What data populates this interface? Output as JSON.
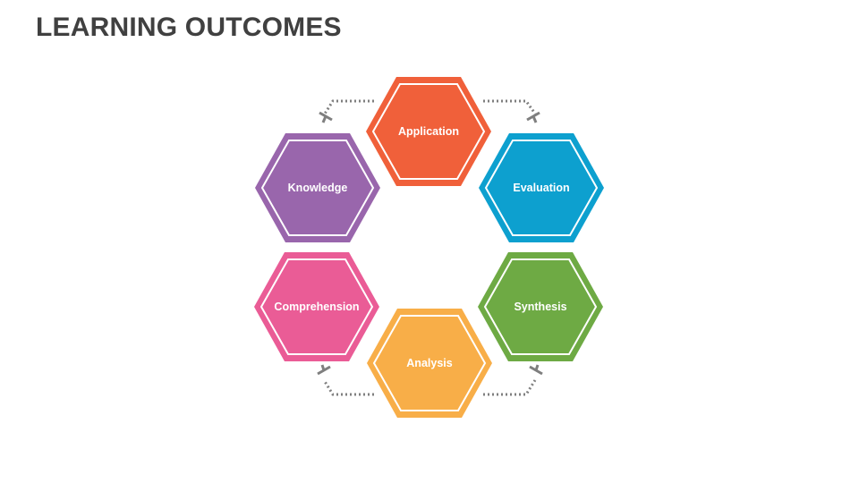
{
  "title": "LEARNING OUTCOMES",
  "stages": [
    {
      "label": "Application",
      "color": "#f0603a"
    },
    {
      "label": "Evaluation",
      "color": "#0da0cf"
    },
    {
      "label": "Synthesis",
      "color": "#6eaa44"
    },
    {
      "label": "Analysis",
      "color": "#f8ae48"
    },
    {
      "label": "Comprehension",
      "color": "#ea5c96"
    },
    {
      "label": "Knowledge",
      "color": "#9966ac"
    }
  ],
  "connector_color": "#7f7f7f"
}
